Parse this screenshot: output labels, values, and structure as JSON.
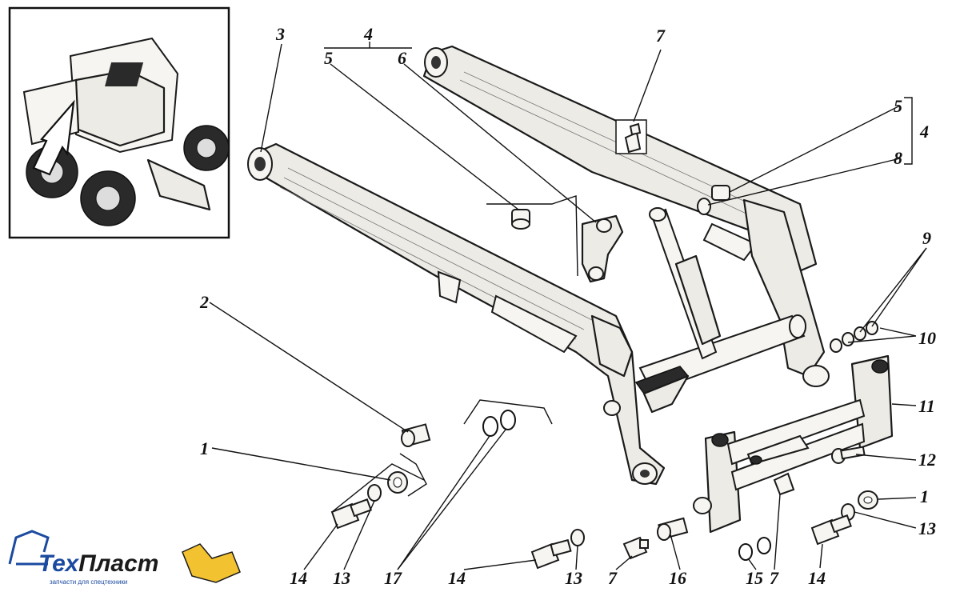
{
  "callouts": {
    "c1a": "1",
    "c1b": "1",
    "c2": "2",
    "c3": "3",
    "c4a": "4",
    "c4b": "4",
    "c5a": "5",
    "c5b": "5",
    "c6": "6",
    "c7a": "7",
    "c7b": "7",
    "c7c": "7",
    "c8": "8",
    "c9": "9",
    "c10": "10",
    "c11": "11",
    "c12": "12",
    "c13a": "13",
    "c13b": "13",
    "c13c": "13",
    "c14a": "14",
    "c14b": "14",
    "c14c": "14",
    "c15": "15",
    "c16": "16",
    "c17": "17"
  },
  "logo": {
    "brand_part1": "Тех",
    "brand_part2": "Пласт",
    "tagline": "запчасти для спецтехники",
    "colors": {
      "brand_blue": "#1b4aa0",
      "accent_yellow": "#f2c230"
    }
  }
}
